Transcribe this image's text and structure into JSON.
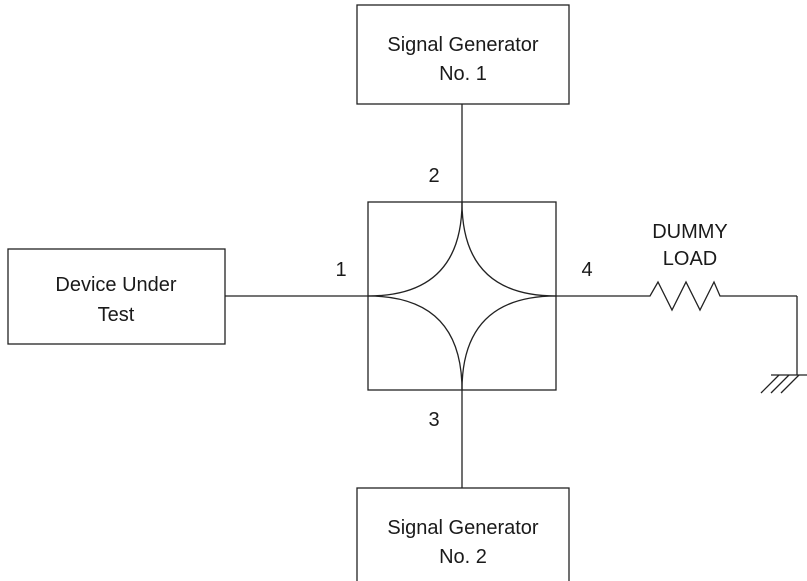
{
  "diagram": {
    "generator1": {
      "line1": "Signal Generator",
      "line2": "No. 1"
    },
    "generator2": {
      "line1": "Signal Generator",
      "line2": "No. 2"
    },
    "dut": {
      "line1": "Device Under",
      "line2": "Test"
    },
    "dummy_load": {
      "line1": "DUMMY",
      "line2": "LOAD"
    },
    "ports": {
      "p1": "1",
      "p2": "2",
      "p3": "3",
      "p4": "4"
    }
  }
}
